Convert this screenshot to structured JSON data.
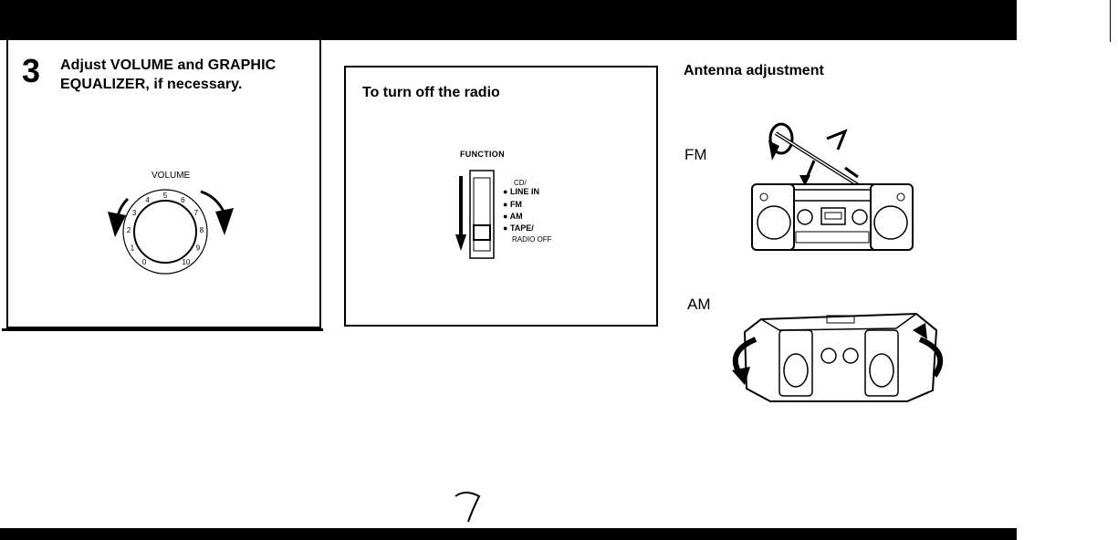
{
  "step3": {
    "number": "3",
    "line1": "Adjust VOLUME and GRAPHIC",
    "line2": "EQUALIZER, if necessary.",
    "dial_label": "VOLUME",
    "dial_ticks": [
      "0",
      "1",
      "2",
      "3",
      "4",
      "5",
      "6",
      "7",
      "8",
      "9",
      "10"
    ]
  },
  "radio_off": {
    "title": "To turn off the radio",
    "function_label": "FUNCTION",
    "options": [
      "CD/",
      "LINE IN",
      "FM",
      "AM",
      "TAPE/",
      "RADIO OFF"
    ]
  },
  "antenna": {
    "title": "Antenna adjustment",
    "fm_label": "FM",
    "am_label": "AM"
  },
  "page_number": "7"
}
